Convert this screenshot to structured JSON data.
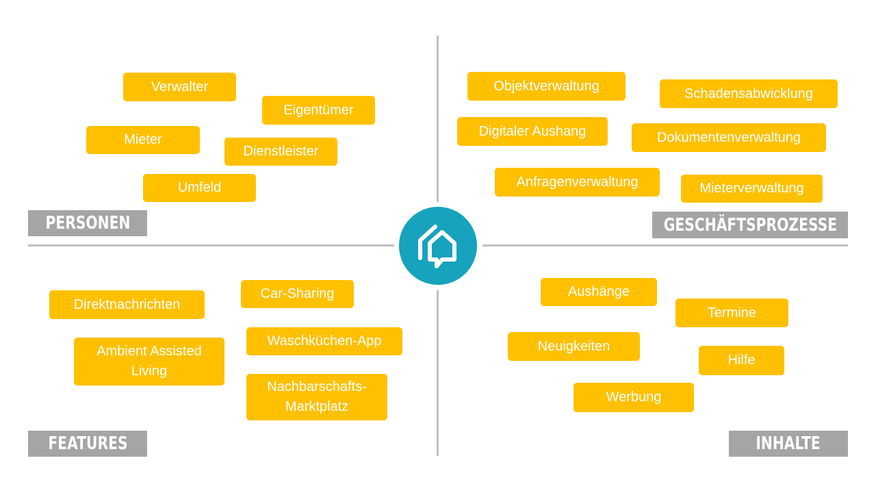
{
  "quadrants": {
    "personen": {
      "label": "PERSONEN",
      "items": [
        "Verwalter",
        "Eigentümer",
        "Mieter",
        "Dienstleister",
        "Umfeld"
      ]
    },
    "geschaeftsprozesse": {
      "label": "GESCHÄFTSPROZESSE",
      "items": [
        "Objektverwaltung",
        "Schadensabwicklung",
        "Digitaler Aushang",
        "Dokumentenverwaltung",
        "Anfragenverwaltung",
        "Mieterverwaltung"
      ]
    },
    "features": {
      "label": "FEATURES",
      "items": [
        "Direktnachrichten",
        "Car-Sharing",
        "Waschküchen-App",
        "Ambient Assisted\nLiving",
        "Nachbarschafts-\nMarktplatz"
      ]
    },
    "inhalte": {
      "label": "INHALTE",
      "items": [
        "Aushänge",
        "Termine",
        "Neuigkeiten",
        "Hilfe",
        "Werbung"
      ]
    }
  },
  "colors": {
    "tag": "#ffc000",
    "label": "#a5a5a5",
    "center": "#17a2be",
    "lines": "#bfbfbf"
  },
  "center_icon": "house-chat-icon"
}
